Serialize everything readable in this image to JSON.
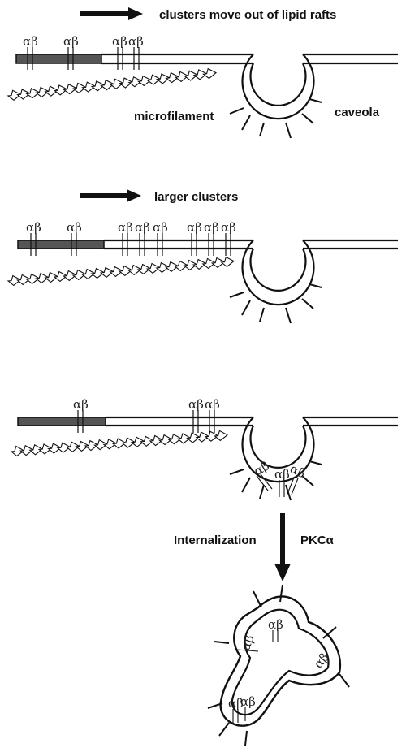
{
  "labels": {
    "arrow1": "clusters move out of lipid rafts",
    "microfilament": "microfilament",
    "caveola": "caveola",
    "arrow2": "larger clusters",
    "internalization": "Internalization",
    "pkc": "PKCα"
  },
  "integrin_label": "αβ",
  "colors": {
    "ink": "#111111",
    "raft": "#555555",
    "background": "#ffffff"
  }
}
